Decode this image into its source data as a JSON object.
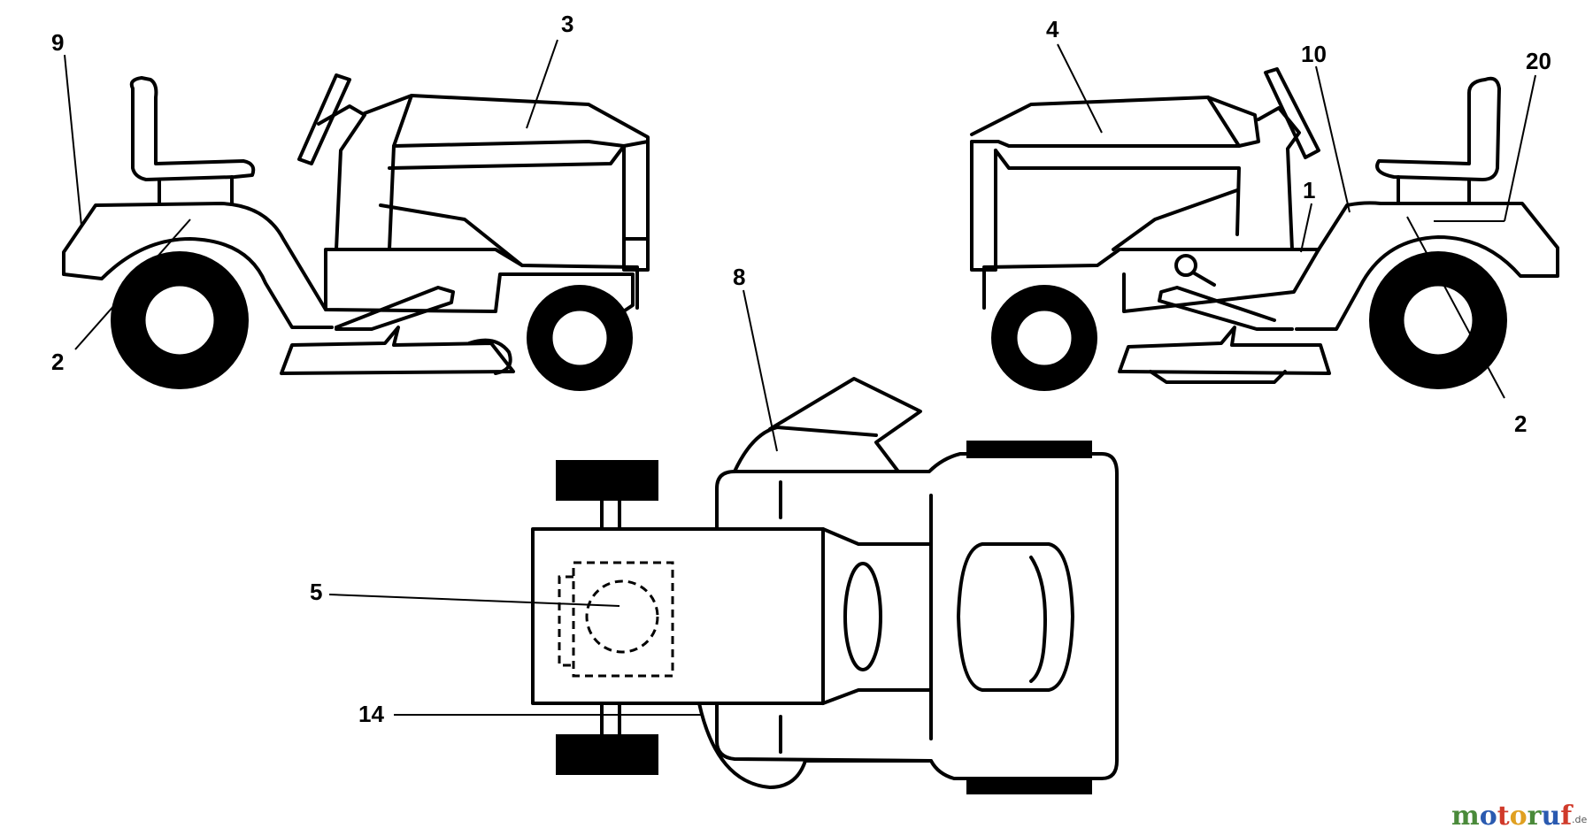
{
  "callouts": {
    "c9": "9",
    "c3": "3",
    "c2_left": "2",
    "c4": "4",
    "c10": "10",
    "c20": "20",
    "c1": "1",
    "c2_right": "2",
    "c8": "8",
    "c5": "5",
    "c14": "14"
  },
  "watermark": {
    "letters": [
      "m",
      "o",
      "t",
      "o",
      "r",
      "u",
      "f"
    ],
    "colors": [
      "#4a8a3a",
      "#2a5ab0",
      "#d03a2a",
      "#e0a020",
      "#4a8a3a",
      "#2a5ab0",
      "#d03a2a"
    ],
    "suffix": ".de"
  }
}
